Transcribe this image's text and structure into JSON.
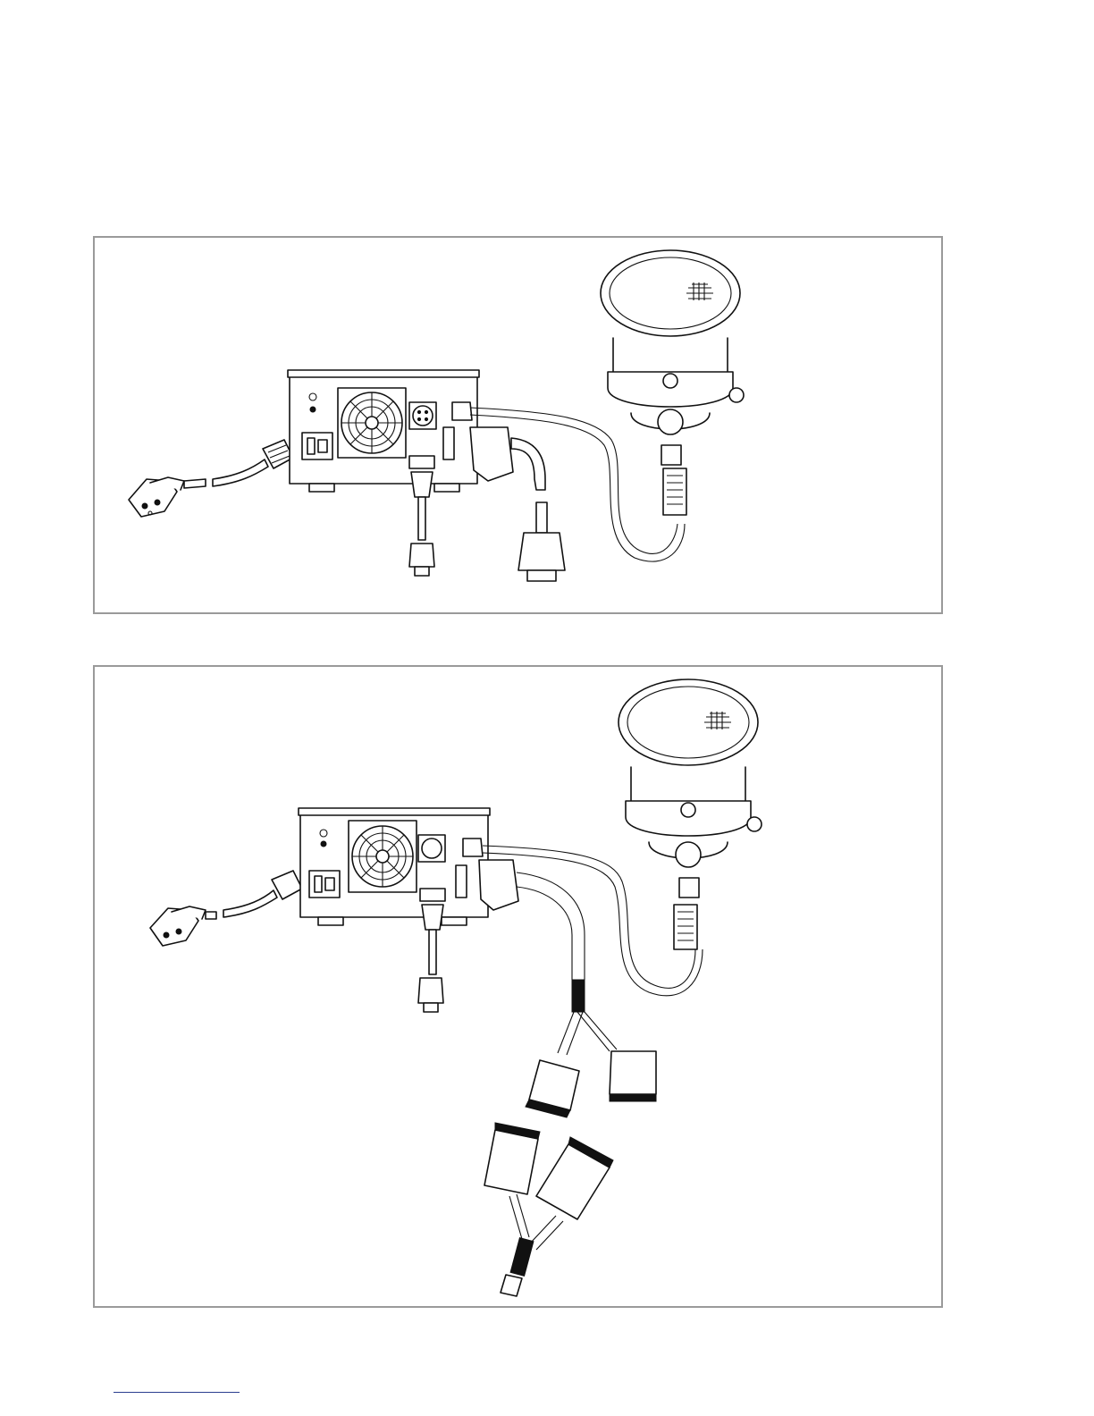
{
  "figure": {
    "panels": [
      {
        "parts": [
          "controller",
          "power-cord",
          "pump",
          "pump-cable",
          "serial-cable",
          "remote-cable"
        ],
        "remote_connectors": 1
      },
      {
        "parts": [
          "controller",
          "power-cord",
          "pump",
          "pump-cable",
          "serial-cable",
          "y-splitter-cable"
        ],
        "remote_connectors": 4
      }
    ]
  },
  "colors": {
    "line": "#111111",
    "panel_border": "#9a9a9a",
    "footer_rule": "#2a3d8f",
    "background": "#ffffff"
  }
}
